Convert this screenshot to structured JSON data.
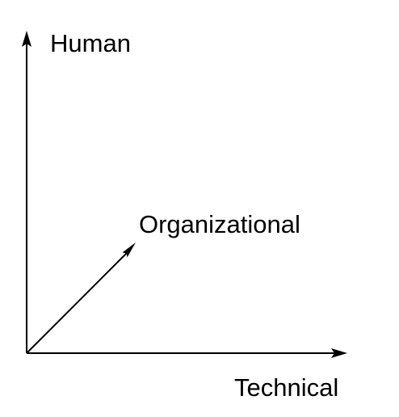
{
  "diagram": {
    "labels": {
      "vertical_axis": "Human",
      "diagonal_axis": "Organizational",
      "horizontal_axis": "Technical"
    },
    "colors": {
      "stroke": "#000000",
      "text": "#000000",
      "background": "#ffffff"
    }
  }
}
